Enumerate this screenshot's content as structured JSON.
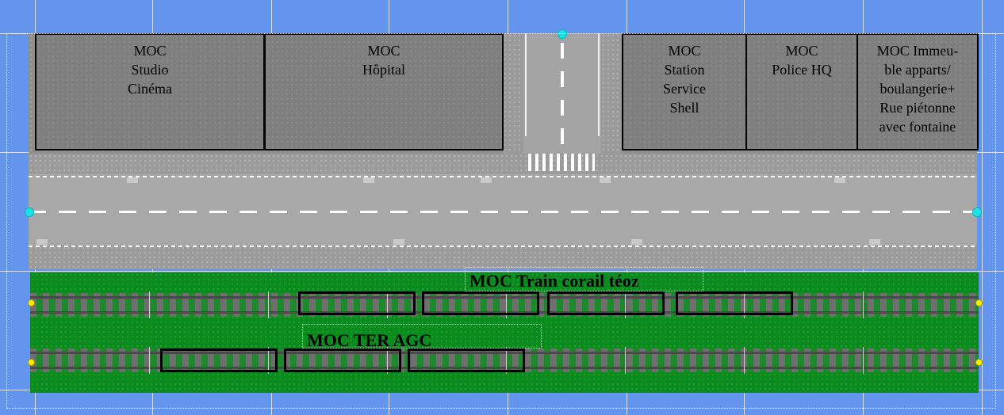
{
  "buildings": [
    {
      "id": "studio",
      "label": "MOC\nStudio\nCinéma"
    },
    {
      "id": "hopital",
      "label": "MOC\nHôpital"
    },
    {
      "id": "station",
      "label": "MOC\nStation\nService\nShell"
    },
    {
      "id": "police",
      "label": "MOC\nPolice HQ"
    },
    {
      "id": "immeuble",
      "label": "MOC Immeu-\nble apparts/\nboulangerie+\nRue piétonne\navec fontaine"
    }
  ],
  "trains": [
    {
      "id": "corail",
      "label": "MOC Train corail téoz",
      "track": "upper"
    },
    {
      "id": "ter",
      "label": "MOC TER AGC",
      "track": "lower"
    }
  ],
  "colors": {
    "background": "#6495ed",
    "building": "#7f7f7f",
    "road": "#a8a8a8",
    "grass": "#0d8a1f",
    "handle": "#1fe0e8",
    "track_dot": "#ffee00"
  }
}
